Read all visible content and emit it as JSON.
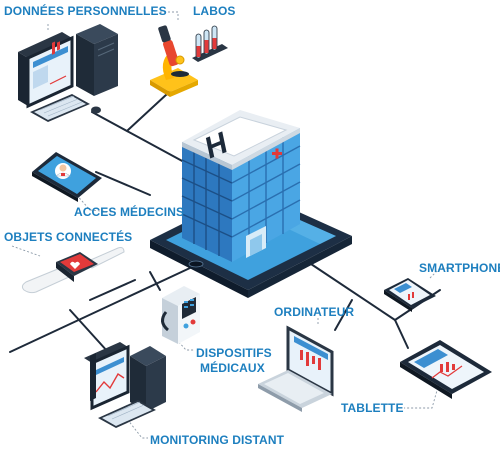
{
  "colors": {
    "accent": "#1d7fbf",
    "line": "#1e2a3a",
    "glass": "#3a8fd3",
    "glass_dark": "#1f5f9f",
    "screen_red": "#e23a3a"
  },
  "labels": {
    "donnees_personnelles": "DONNÉES PERSONNELLES",
    "labos": "LABOS",
    "acces_medecins": "ACCES MÉDECINS",
    "objets_connectes": "OBJETS  CONNECTÉS",
    "dispositifs_medicaux_line1": "DISPOSITIFS",
    "dispositifs_medicaux_line2": "MÉDICAUX",
    "monitoring_distant": "MONITORING DISTANT",
    "smartphone": "SMARTPHONE",
    "ordinateur": "ORDINATEUR",
    "tablette": "TABLETTE"
  },
  "hospital": {
    "helipad_letter": "H",
    "cross_icon": "red-cross-icon"
  }
}
